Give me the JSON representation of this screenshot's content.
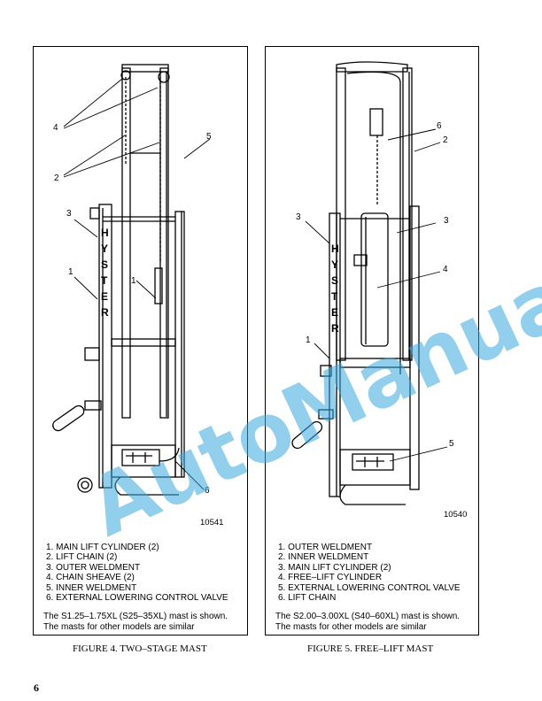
{
  "left_figure": {
    "callouts": [
      "4",
      "5",
      "2",
      "3",
      "1",
      "1",
      "6"
    ],
    "brand_letters": [
      "H",
      "Y",
      "S",
      "T",
      "E",
      "R"
    ],
    "figure_number": "10541",
    "legend": [
      "1.  MAIN LIFT CYLINDER (2)",
      "2.  LIFT CHAIN (2)",
      "3.  OUTER WELDMENT",
      "4.  CHAIN SHEAVE (2)",
      "5.  INNER WELDMENT",
      "6.  EXTERNAL LOWERING CONTROL VALVE"
    ],
    "note_line1": "The S1.25–1.75XL (S25–35XL) mast is shown.",
    "note_line2": "The masts for other models are similar",
    "caption": "FIGURE 4. TWO–STAGE MAST"
  },
  "right_figure": {
    "callouts": [
      "6",
      "2",
      "3",
      "3",
      "4",
      "1",
      "5"
    ],
    "brand_letters": [
      "H",
      "Y",
      "S",
      "T",
      "E",
      "R"
    ],
    "figure_number": "10540",
    "legend": [
      "1.  OUTER WELDMENT",
      "2.  INNER WELDMENT",
      "3.  MAIN LIFT CYLINDER (2)",
      "4.  FREE–LIFT CYLINDER",
      "5.  EXTERNAL LOWERING CONTROL VALVE",
      "6.  LIFT CHAIN"
    ],
    "note_line1": "The S2.00–3.00XL (S40–60XL) mast is shown.",
    "note_line2": "The masts for other models are similar",
    "caption": "FIGURE 5. FREE–LIFT MAST"
  },
  "page_number": "6",
  "watermark": "AutoManual"
}
